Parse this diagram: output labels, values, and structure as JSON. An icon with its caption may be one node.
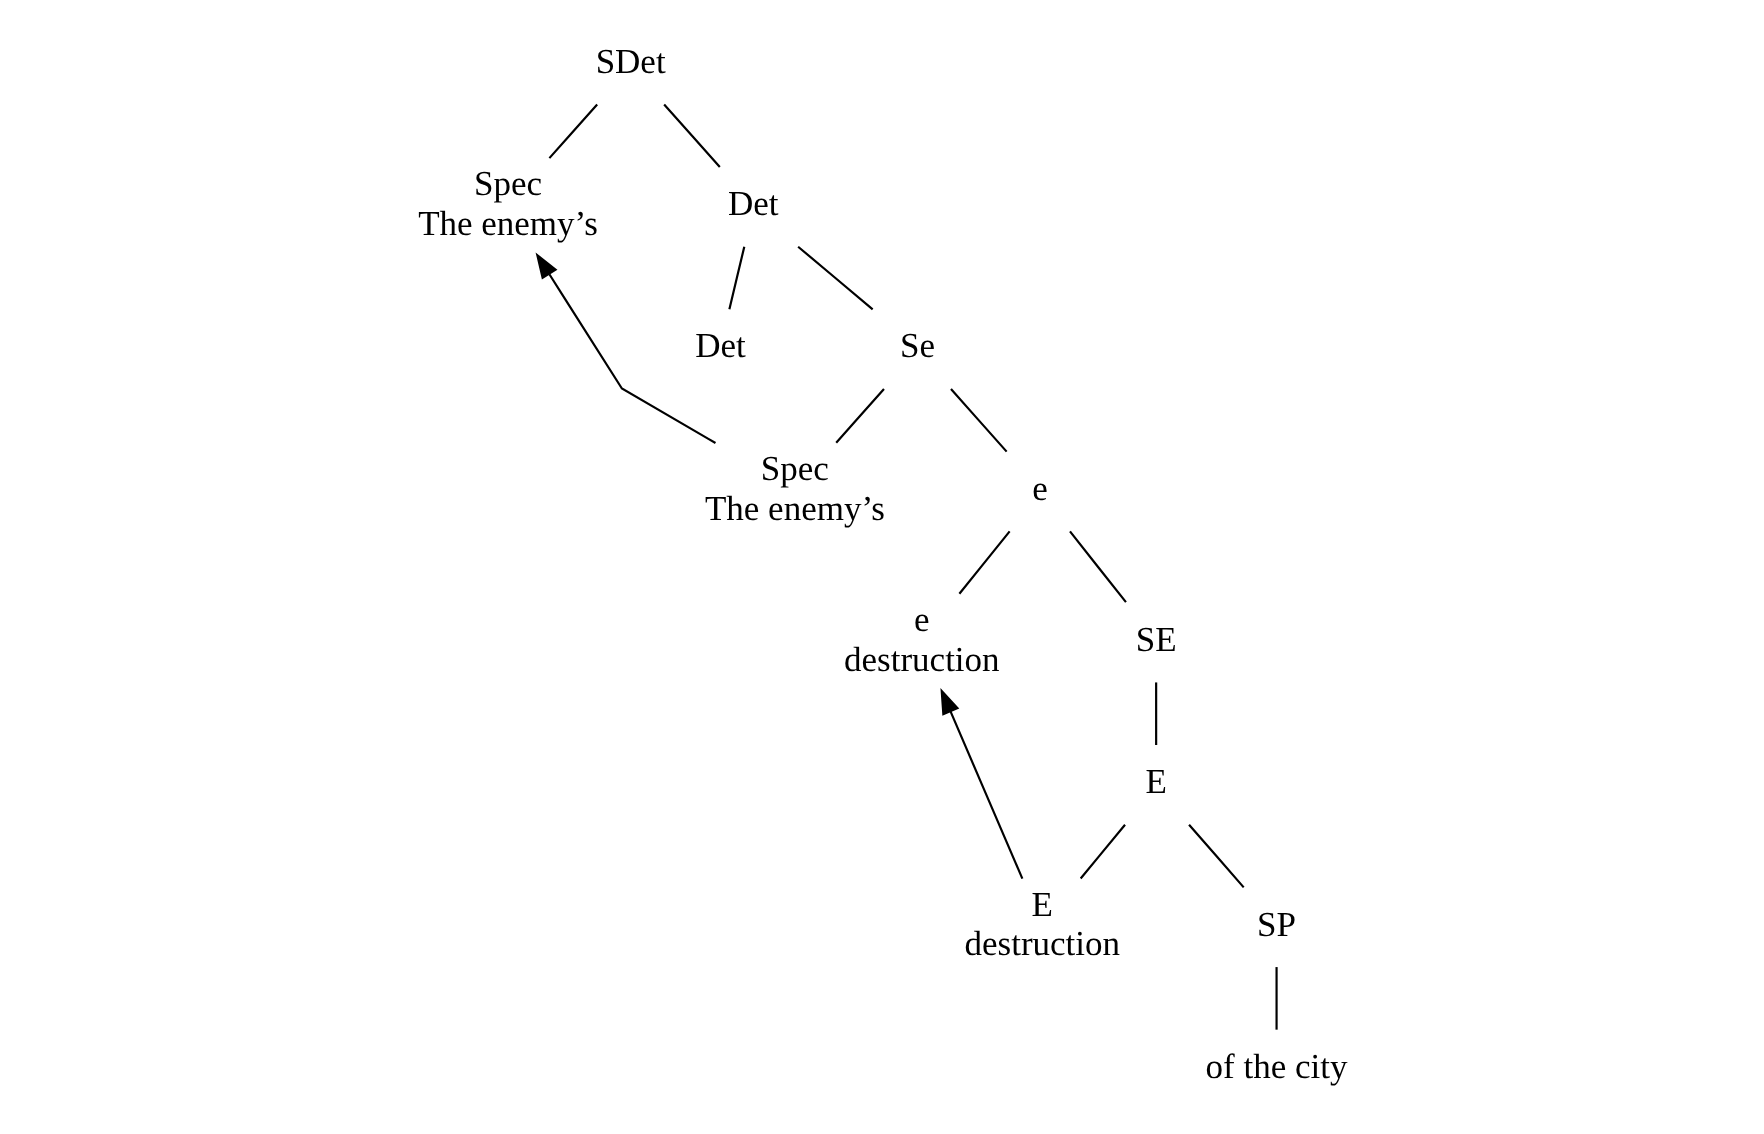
{
  "diagram": {
    "nodes": [
      {
        "text": [
          "SDet"
        ]
      },
      {
        "text": [
          "Spec",
          "The enemy’s"
        ]
      },
      {
        "text": [
          "Det"
        ]
      },
      {
        "text": [
          "Det"
        ]
      },
      {
        "text": [
          "Se"
        ]
      },
      {
        "text": [
          "Spec",
          "The enemy’s"
        ]
      },
      {
        "text": [
          "e"
        ]
      },
      {
        "text": [
          "e",
          "destruction"
        ]
      },
      {
        "text": [
          "SE"
        ]
      },
      {
        "text": [
          "E"
        ]
      },
      {
        "text": [
          "E",
          "destruction"
        ]
      },
      {
        "text": [
          "SP"
        ]
      },
      {
        "text": [
          "of the city"
        ]
      }
    ],
    "edges": [
      {
        "from": 0,
        "to": 1,
        "arrow": "none"
      },
      {
        "from": 0,
        "to": 2,
        "arrow": "none"
      },
      {
        "from": 2,
        "to": 3,
        "arrow": "none"
      },
      {
        "from": 2,
        "to": 4,
        "arrow": "none"
      },
      {
        "from": 4,
        "to": 5,
        "arrow": "none"
      },
      {
        "from": 4,
        "to": 6,
        "arrow": "none"
      },
      {
        "from": 6,
        "to": 7,
        "arrow": "none"
      },
      {
        "from": 6,
        "to": 8,
        "arrow": "none"
      },
      {
        "from": 8,
        "to": 9,
        "arrow": "none"
      },
      {
        "from": 9,
        "to": 10,
        "arrow": "none"
      },
      {
        "from": 9,
        "to": 11,
        "arrow": "none"
      },
      {
        "from": 11,
        "to": 12,
        "arrow": "none"
      },
      {
        "from": 5,
        "to": 1,
        "arrow": "to"
      },
      {
        "from": 10,
        "to": 7,
        "arrow": "to"
      }
    ]
  }
}
